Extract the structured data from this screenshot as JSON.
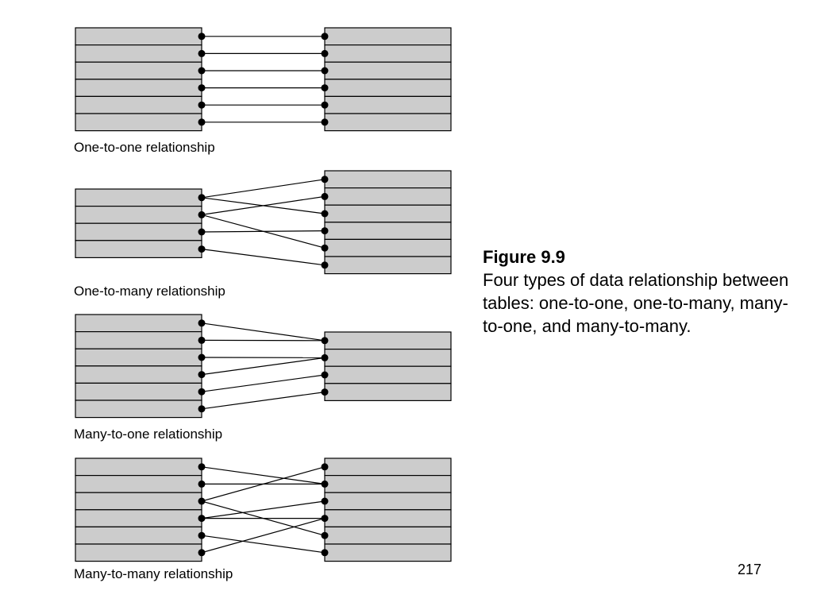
{
  "figure": {
    "title": "Figure 9.9",
    "caption": "Four types of data relationship between tables: one-to-one, one-to-many, many-to-one, and many-to-many."
  },
  "page_number": "217",
  "colors": {
    "row_fill": "#cccccc",
    "stroke": "#000000",
    "background": "#ffffff"
  },
  "diagrams": [
    {
      "label": "One-to-one relationship",
      "left_rows": 6,
      "right_rows": 6,
      "links": [
        [
          0,
          0
        ],
        [
          1,
          1
        ],
        [
          2,
          2
        ],
        [
          3,
          3
        ],
        [
          4,
          4
        ],
        [
          5,
          5
        ]
      ]
    },
    {
      "label": "One-to-many relationship",
      "left_rows": 4,
      "right_rows": 6,
      "links": [
        [
          0,
          0
        ],
        [
          0,
          2
        ],
        [
          1,
          1
        ],
        [
          1,
          4
        ],
        [
          2,
          3
        ],
        [
          3,
          5
        ]
      ]
    },
    {
      "label": "Many-to-one relationship",
      "left_rows": 6,
      "right_rows": 4,
      "links": [
        [
          0,
          0
        ],
        [
          1,
          0
        ],
        [
          2,
          1
        ],
        [
          3,
          1
        ],
        [
          4,
          2
        ],
        [
          5,
          3
        ]
      ]
    },
    {
      "label": "Many-to-many relationship",
      "left_rows": 6,
      "right_rows": 6,
      "links": [
        [
          0,
          1
        ],
        [
          1,
          1
        ],
        [
          2,
          0
        ],
        [
          2,
          4
        ],
        [
          3,
          2
        ],
        [
          3,
          3
        ],
        [
          4,
          5
        ],
        [
          5,
          3
        ]
      ]
    }
  ]
}
